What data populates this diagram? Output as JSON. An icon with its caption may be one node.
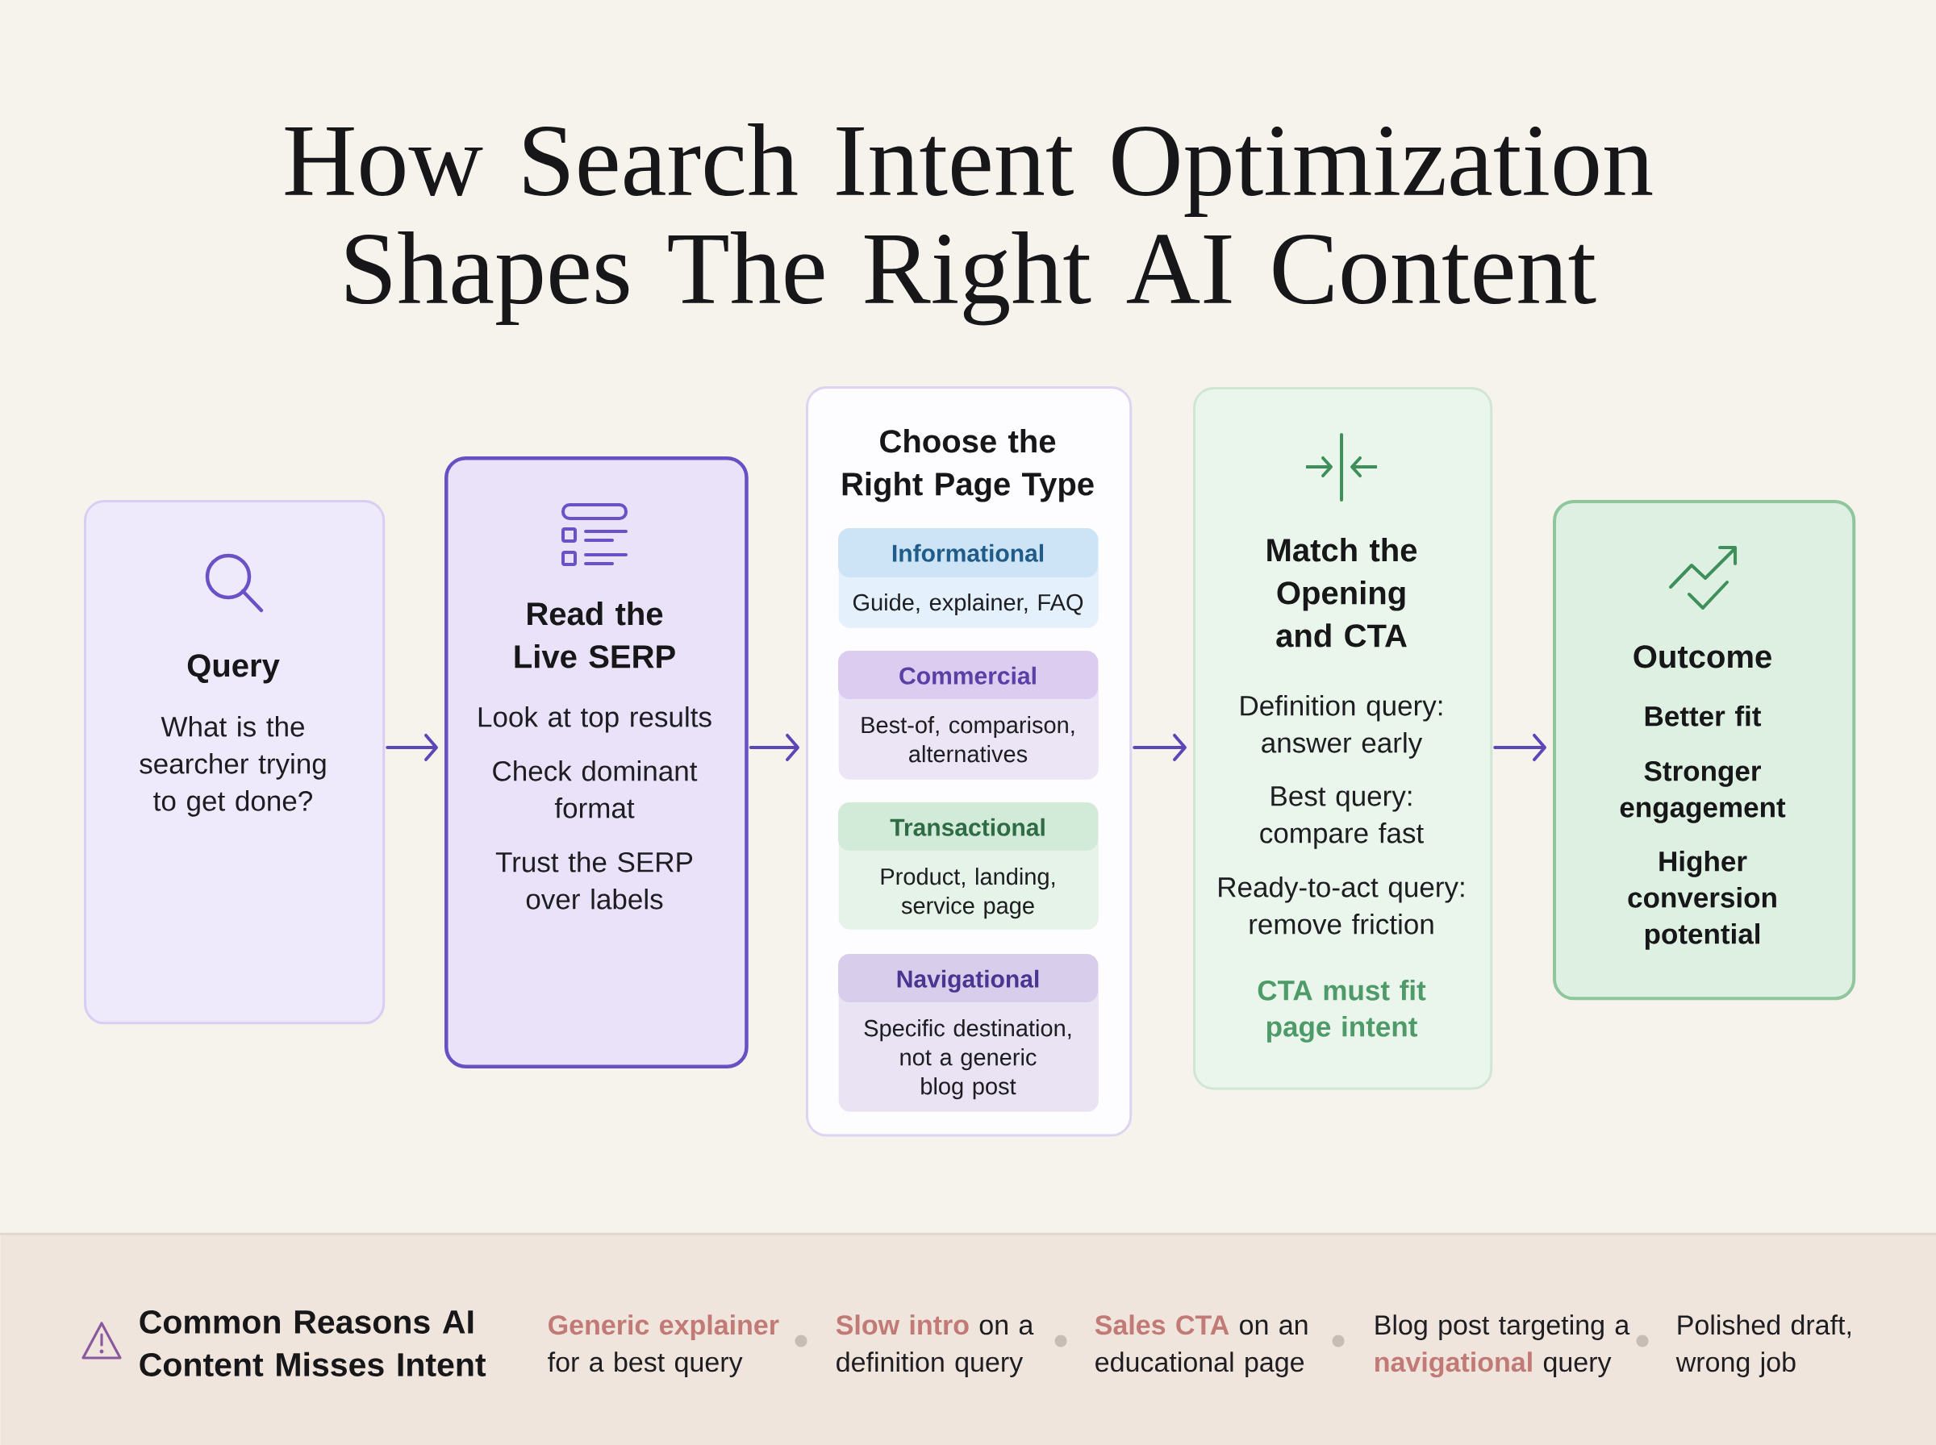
{
  "diagram": {
    "title": "How Search Intent Optimization Shapes The Right AI Content",
    "nodes": [
      {
        "text": [
          "Query",
          "What is the searcher trying to get done?"
        ]
      },
      {
        "text": [
          "Read the Live SERP",
          "Look at top results",
          "Check dominant format",
          "Trust the SERP over labels"
        ]
      },
      {
        "text": [
          "Choose the Right Page Type"
        ]
      },
      {
        "text": [
          "Informational",
          "Guide, explainer, FAQ"
        ],
        "in": 2
      },
      {
        "text": [
          "Commercial",
          "Best-of, comparison, alternatives"
        ],
        "in": 2
      },
      {
        "text": [
          "Transactional",
          "Product, landing, service page"
        ],
        "in": 2
      },
      {
        "text": [
          "Navigational",
          "Specific destination, not a generic blog post"
        ],
        "in": 2
      },
      {
        "text": [
          "Match the Opening and CTA",
          "Definition query: answer early",
          "Best query: compare fast",
          "Ready-to-act query: remove friction",
          "CTA must fit page intent"
        ]
      },
      {
        "text": [
          "Outcome",
          "Better fit",
          "Stronger engagement",
          "Higher conversion potential"
        ]
      },
      {
        "text": [
          "Common Reasons AI Content Misses Intent",
          "**Generic explainer** for a best query",
          "**Slow intro** on a definition query",
          "**Sales CTA** on an educational page",
          "Blog post targeting a **navigational** query",
          "Polished draft, wrong job"
        ]
      }
    ],
    "edges": [
      {
        "from": 0,
        "to": 1,
        "arrow": "to"
      },
      {
        "from": 1,
        "to": 2,
        "arrow": "to"
      },
      {
        "from": 2,
        "to": 7,
        "arrow": "to"
      },
      {
        "from": 7,
        "to": 8,
        "arrow": "to"
      }
    ]
  }
}
